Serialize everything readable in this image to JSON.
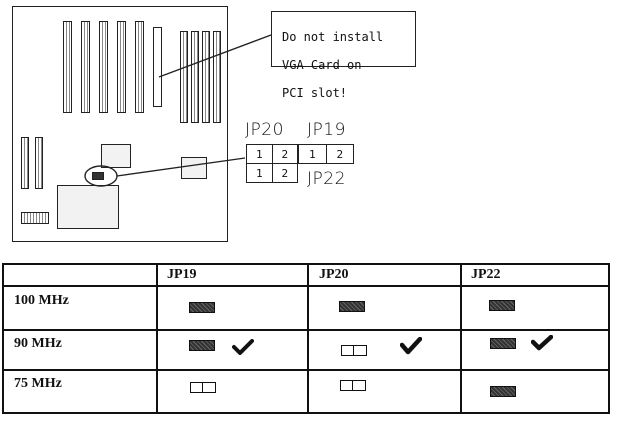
{
  "callout": {
    "line1": "Do not install",
    "line2": "VGA Card on",
    "line3": "PCI slot!"
  },
  "jumpers": {
    "jp20_label": "JP20",
    "jp19_label": "JP19",
    "jp22_label": "JP22",
    "pin1": "1",
    "pin2": "2"
  },
  "table": {
    "headers": [
      "",
      "JP19",
      "JP20",
      "JP22"
    ],
    "rows": [
      {
        "label": "100 MHz",
        "jp19": "closed",
        "jp20": "closed",
        "jp22": "closed",
        "checked": []
      },
      {
        "label": "90 MHz",
        "jp19": "closed",
        "jp20": "open",
        "jp22": "closed",
        "checked": [
          "jp19",
          "jp20",
          "jp22"
        ]
      },
      {
        "label": "75 MHz",
        "jp19": "open",
        "jp20": "open",
        "jp22": "closed",
        "checked": []
      }
    ]
  },
  "icons": {
    "closed": "jumper-closed-icon",
    "open": "jumper-open-icon",
    "check": "checkmark-icon"
  }
}
